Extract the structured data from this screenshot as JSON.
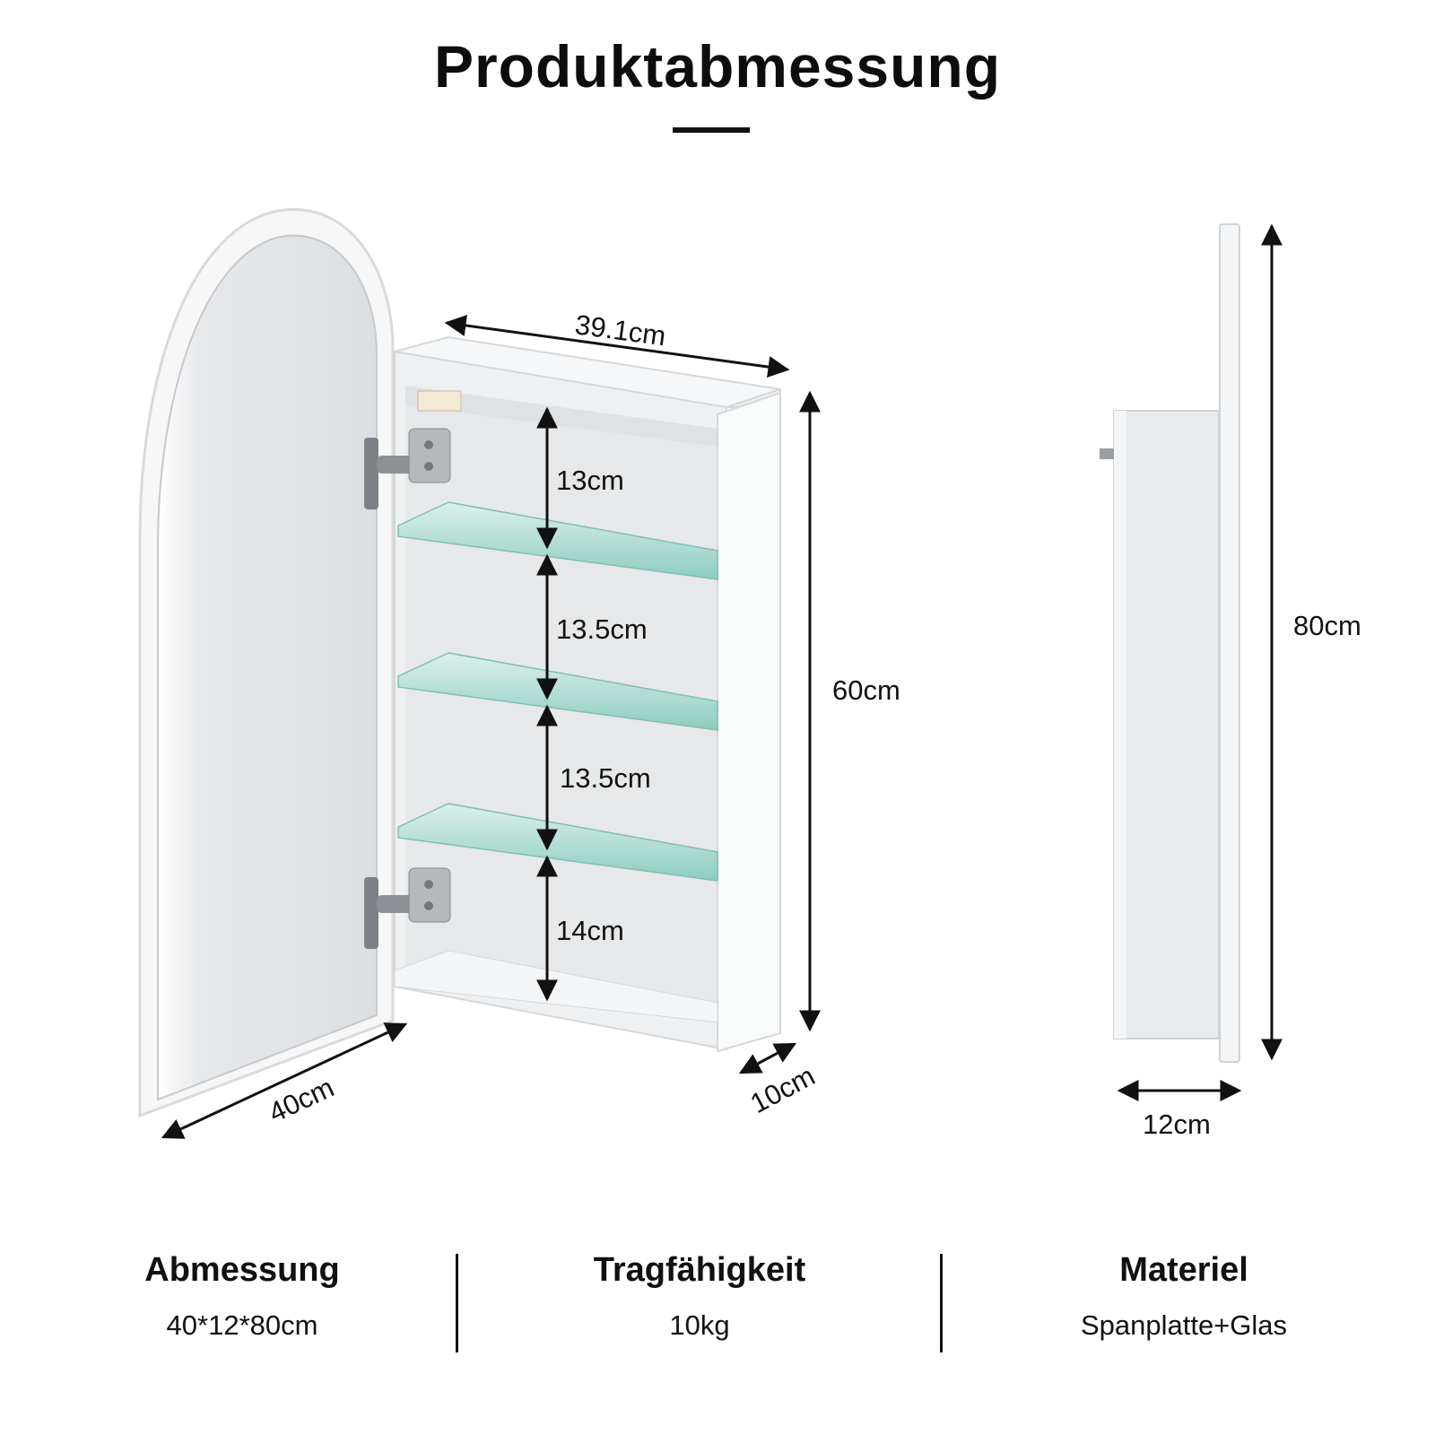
{
  "title": "Produktabmessung",
  "dimensions": {
    "width_inner": "39.1cm",
    "shelf_1": "13cm",
    "shelf_2": "13.5cm",
    "shelf_3": "13.5cm",
    "shelf_4": "14cm",
    "body_height": "60cm",
    "door_width": "40cm",
    "body_depth": "10cm",
    "total_height": "80cm",
    "total_depth": "12cm"
  },
  "specs": [
    {
      "label": "Abmessung",
      "value": "40*12*80cm"
    },
    {
      "label": "Tragfähigkeit",
      "value": "10kg"
    },
    {
      "label": "Materiel",
      "value": "Spanplatte+Glas"
    }
  ],
  "colors": {
    "cabinet": "#f2f3f4",
    "glass": "#8fd3c6",
    "mirror": "#e4e6e8",
    "text": "#111111"
  }
}
